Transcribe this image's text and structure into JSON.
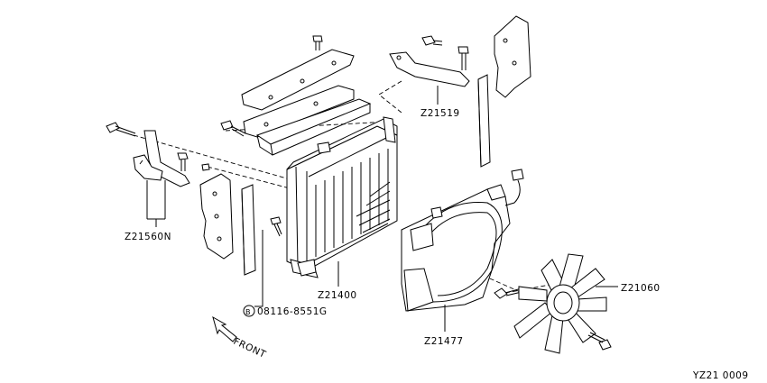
{
  "callouts": {
    "z21560n": "Z21560N",
    "z21519": "Z21519",
    "z21400": "Z21400",
    "z21477": "Z21477",
    "z21060": "Z21060",
    "bolt_prefix": "B",
    "bolt_number": "08116-8551G",
    "front": "FRONT"
  },
  "footer": {
    "diagram_code": "YZ21 0009"
  }
}
